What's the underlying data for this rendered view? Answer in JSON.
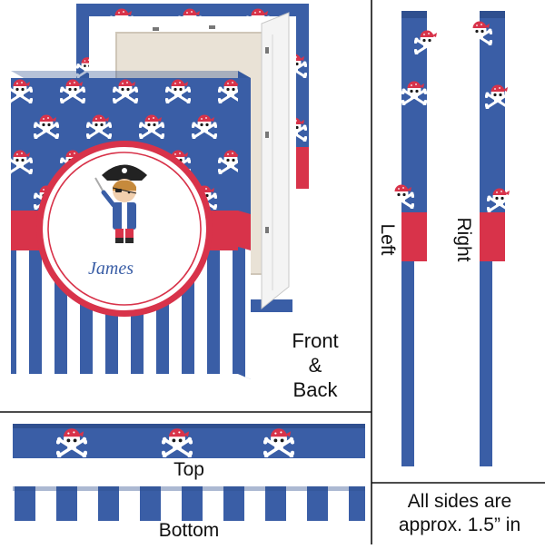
{
  "labels": {
    "front_back": [
      "Front",
      "&",
      "Back"
    ],
    "left": "Left",
    "right": "Right",
    "top": "Top",
    "bottom": "Bottom",
    "sides_note": [
      "All sides are",
      "approx. 1.5” in"
    ]
  },
  "design": {
    "name_text": "James"
  },
  "colors": {
    "blue": "#3a5ea6",
    "red": "#d8334a",
    "white": "#ffffff",
    "name": "#3a5ea6",
    "divider": "#111111"
  },
  "icons": {
    "pattern_motif": "skull-crossbones-bandana",
    "character": "pirate-boy"
  }
}
